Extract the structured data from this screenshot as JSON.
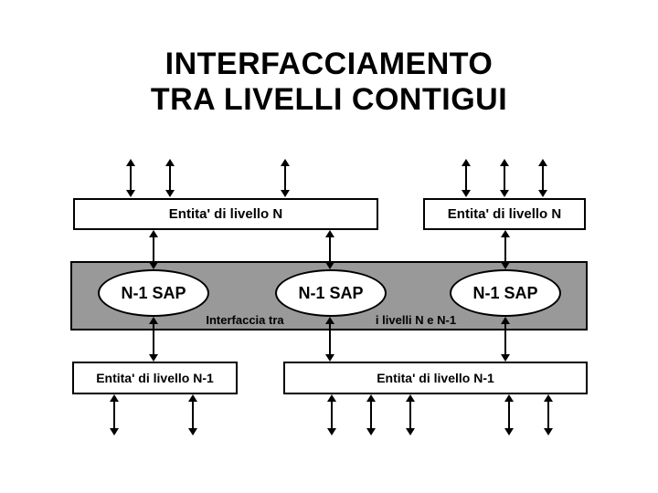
{
  "slide": {
    "title_line1": "INTERFACCIAMENTO",
    "title_line2": "TRA LIVELLI CONTIGUI"
  },
  "entities": {
    "top_left": "Entita' di livello N",
    "top_right": "Entita' di livello N",
    "bottom_left": "Entita' di livello N-1",
    "bottom_right": "Entita' di livello N-1"
  },
  "sap_labels": [
    "N-1 SAP",
    "N-1 SAP",
    "N-1 SAP"
  ],
  "interface_label": {
    "part1": "Interfaccia tra",
    "part2": "i livelli N e N-1"
  },
  "icons": {
    "double_arrow": "double-vertical-arrow"
  },
  "colors": {
    "background": "#FFFFFF",
    "band": "#999999",
    "ink": "#000000"
  }
}
